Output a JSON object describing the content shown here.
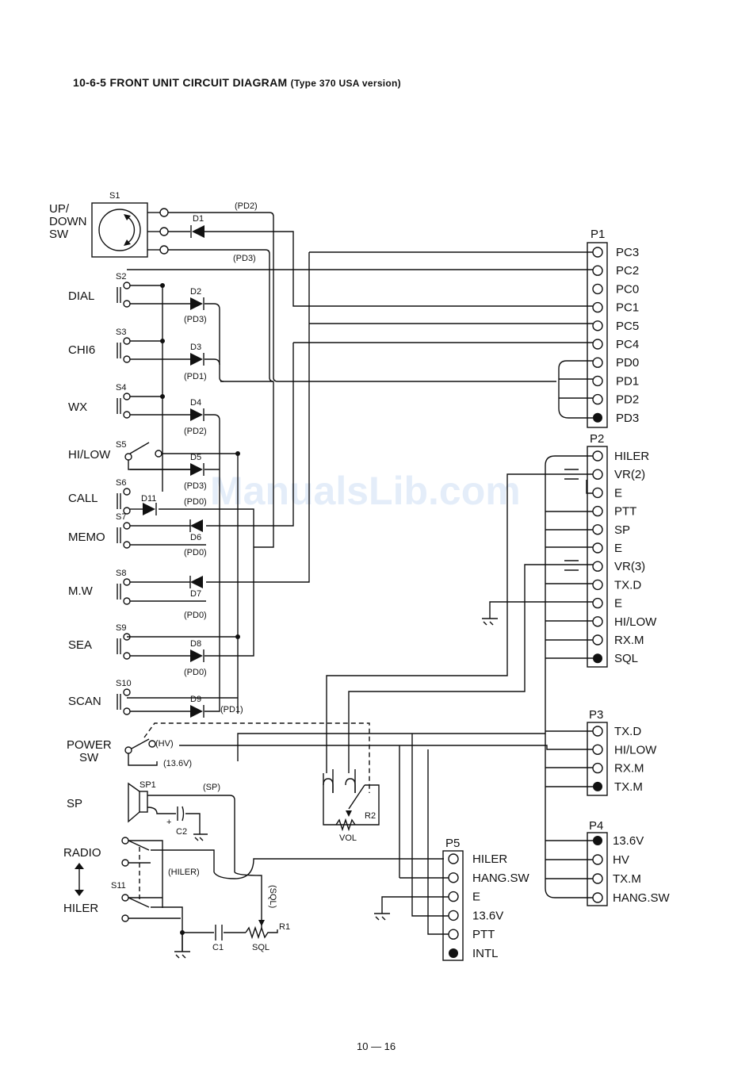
{
  "page": {
    "title": "10-6-5 FRONT UNIT CIRCUIT DIAGRAM",
    "title_note": "(Type 370 USA version)",
    "page_number": "10 — 16",
    "watermark": "ManualsLib.com"
  },
  "switches": {
    "s1": {
      "ref": "S1",
      "label_lines": [
        "UP/",
        "DOWN",
        "SW"
      ]
    },
    "s2": {
      "ref": "S2",
      "label": "DIAL"
    },
    "s3": {
      "ref": "S3",
      "label": "CHI6"
    },
    "s4": {
      "ref": "S4",
      "label": "WX"
    },
    "s5": {
      "ref": "S5",
      "label": "HI/LOW"
    },
    "s6": {
      "ref": "S6",
      "label": "CALL"
    },
    "s7": {
      "ref": "S7",
      "label": "MEMO"
    },
    "s8": {
      "ref": "S8",
      "label": "M.W"
    },
    "s9": {
      "ref": "S9",
      "label": "SEA"
    },
    "s10": {
      "ref": "S10",
      "label": "SCAN"
    },
    "power": {
      "label_lines": [
        "POWER",
        "SW"
      ],
      "hv": "(HV)",
      "v136": "(13.6V)"
    },
    "s11": {
      "ref": "S11",
      "radio": "RADIO",
      "hiler": "HILER"
    }
  },
  "diodes": [
    {
      "ref": "D1",
      "net": "(PD2)"
    },
    {
      "ref": "D2",
      "net": "(PD3)"
    },
    {
      "ref": "D3",
      "net": "(PD1)"
    },
    {
      "ref": "D4",
      "net": "(PD2)"
    },
    {
      "ref": "D5",
      "net": "(PD3)"
    },
    {
      "ref": "D11",
      "net": "(PD0)"
    },
    {
      "ref": "D6",
      "net": "(PD0)"
    },
    {
      "ref": "D7",
      "net": "(PD0)"
    },
    {
      "ref": "D8",
      "net": "(PD0)"
    },
    {
      "ref": "D9",
      "net": "(PD1)"
    }
  ],
  "nets": {
    "pd3_s1": "(PD3)",
    "sp": "(SP)",
    "hiler": "(HILER)",
    "sql": "(SQL)"
  },
  "speaker": {
    "label": "SP",
    "ref": "SP1",
    "cap": "C2",
    "plus": "+"
  },
  "parts": {
    "vol": {
      "ref": "R2",
      "label": "VOL"
    },
    "sql": {
      "ref": "R1",
      "label": "SQL"
    },
    "c1": {
      "ref": "C1"
    }
  },
  "connectors": {
    "p1": {
      "name": "P1",
      "pins": [
        "PC3",
        "PC2",
        "PC0",
        "PC1",
        "PC5",
        "PC4",
        "PD0",
        "PD1",
        "PD2",
        "PD3"
      ]
    },
    "p2": {
      "name": "P2",
      "pins": [
        "HILER",
        "VR(2)",
        "E",
        "PTT",
        "SP",
        "E",
        "VR(3)",
        "TX.D",
        "E",
        "HI/LOW",
        "RX.M",
        "SQL"
      ]
    },
    "p3": {
      "name": "P3",
      "pins": [
        "TX.D",
        "HI/LOW",
        "RX.M",
        "TX.M"
      ]
    },
    "p4": {
      "name": "P4",
      "pins": [
        "13.6V",
        "HV",
        "TX.M",
        "HANG.SW"
      ]
    },
    "p5": {
      "name": "P5",
      "pins": [
        "HILER",
        "HANG.SW",
        "E",
        "13.6V",
        "PTT",
        "INTL"
      ]
    }
  },
  "colors": {
    "ink": "#111111",
    "watermark": "#cfe0f5"
  }
}
